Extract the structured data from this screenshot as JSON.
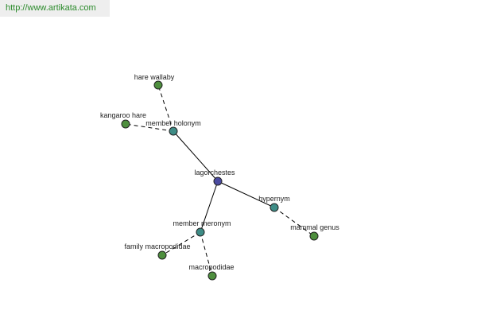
{
  "header": {
    "url": "http://www.artikata.com"
  },
  "colors": {
    "root_node": "#4a4aa0",
    "relation_node": "#3e8c86",
    "term_node": "#4e8f3e",
    "url_text": "#2a8a2a"
  },
  "graph": {
    "nodes": [
      {
        "id": "lagorchestes",
        "label": "lagorchestes",
        "kind": "root"
      },
      {
        "id": "member-holonym",
        "label": "member holonym",
        "kind": "relation"
      },
      {
        "id": "hypernym",
        "label": "hypernym",
        "kind": "relation"
      },
      {
        "id": "member-meronym",
        "label": "member meronym",
        "kind": "relation"
      },
      {
        "id": "hare-wallaby",
        "label": "hare wallaby",
        "kind": "term"
      },
      {
        "id": "kangaroo-hare",
        "label": "kangaroo hare",
        "kind": "term"
      },
      {
        "id": "mammal-genus",
        "label": "mammal genus",
        "kind": "term"
      },
      {
        "id": "family-macropodidae",
        "label": "family macropodidae",
        "kind": "term"
      },
      {
        "id": "macropodidae",
        "label": "macropodidae",
        "kind": "term"
      }
    ],
    "edges": [
      {
        "from": "lagorchestes",
        "to": "member-holonym",
        "style": "solid"
      },
      {
        "from": "lagorchestes",
        "to": "hypernym",
        "style": "solid"
      },
      {
        "from": "lagorchestes",
        "to": "member-meronym",
        "style": "solid"
      },
      {
        "from": "member-holonym",
        "to": "hare-wallaby",
        "style": "dashed"
      },
      {
        "from": "member-holonym",
        "to": "kangaroo-hare",
        "style": "dashed"
      },
      {
        "from": "hypernym",
        "to": "mammal-genus",
        "style": "dashed"
      },
      {
        "from": "member-meronym",
        "to": "family-macropodidae",
        "style": "dashed"
      },
      {
        "from": "member-meronym",
        "to": "macropodidae",
        "style": "dashed"
      }
    ]
  }
}
